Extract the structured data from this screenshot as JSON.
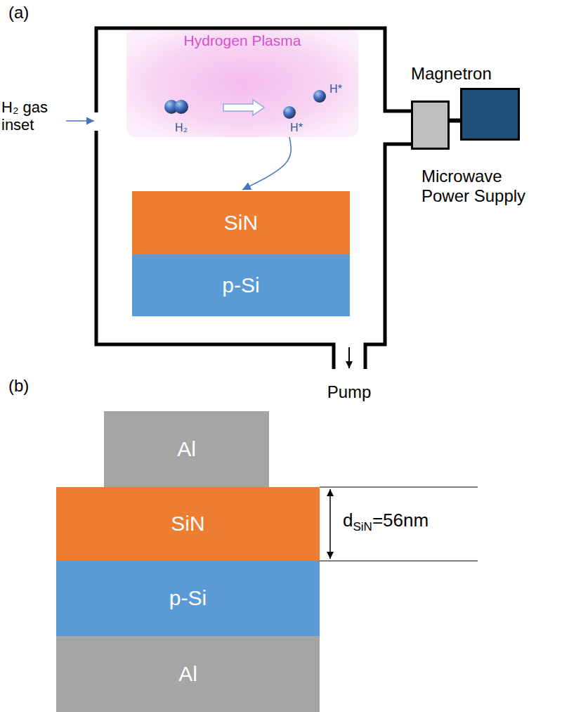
{
  "diagram": {
    "nodes": [
      {
        "text": [
          "Hydrogen Plasma",
          "H₂",
          "H*",
          "H*"
        ]
      },
      {
        "text": [
          "Magnetron"
        ]
      },
      {
        "text": [
          "Microwave Power Supply"
        ]
      },
      {
        "text": [
          "SiN"
        ]
      },
      {
        "text": [
          "p-Si"
        ]
      },
      {
        "text": [
          "Al"
        ]
      },
      {
        "text": [
          "SiN"
        ]
      },
      {
        "text": [
          "p-Si"
        ]
      },
      {
        "text": [
          "Al"
        ]
      }
    ],
    "edges": [
      {
        "from": 0,
        "to": 3,
        "arrow": "to"
      },
      {
        "from": 2,
        "to": 1,
        "arrow": "none"
      }
    ],
    "labels": [
      "(a)",
      "H₂ gas inset",
      "Pump",
      "(b)",
      "d",
      "SiN",
      "=56nm"
    ]
  }
}
